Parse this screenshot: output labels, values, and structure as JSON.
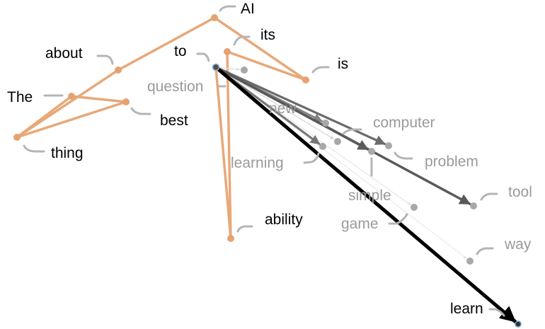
{
  "path_tokens": [
    "The",
    "thing",
    "about",
    "AI",
    "best",
    "its",
    "is",
    "ability",
    "to"
  ],
  "current_token": "to",
  "candidates": [
    {
      "token": "question",
      "probability": 0.05
    },
    {
      "token": "new",
      "probability": 0.45
    },
    {
      "token": "computer",
      "probability": 0.08
    },
    {
      "token": "learning",
      "probability": 0.5
    },
    {
      "token": "problem",
      "probability": 0.55
    },
    {
      "token": "simple",
      "probability": 0.6
    },
    {
      "token": "tool",
      "probability": 0.62
    },
    {
      "token": "game",
      "probability": 0.03
    },
    {
      "token": "way",
      "probability": 0.02
    },
    {
      "token": "learn",
      "probability": 1.0
    }
  ],
  "selected_token": "learn",
  "colors": {
    "path": "#e8a878",
    "path_node": "#e4a272",
    "candidate_node": "#a8a8a8",
    "candidate_text": "#9a9a9a",
    "leader": "#b5b5b5",
    "arrow": "#000000",
    "node_outline": "#6aa0c8"
  }
}
